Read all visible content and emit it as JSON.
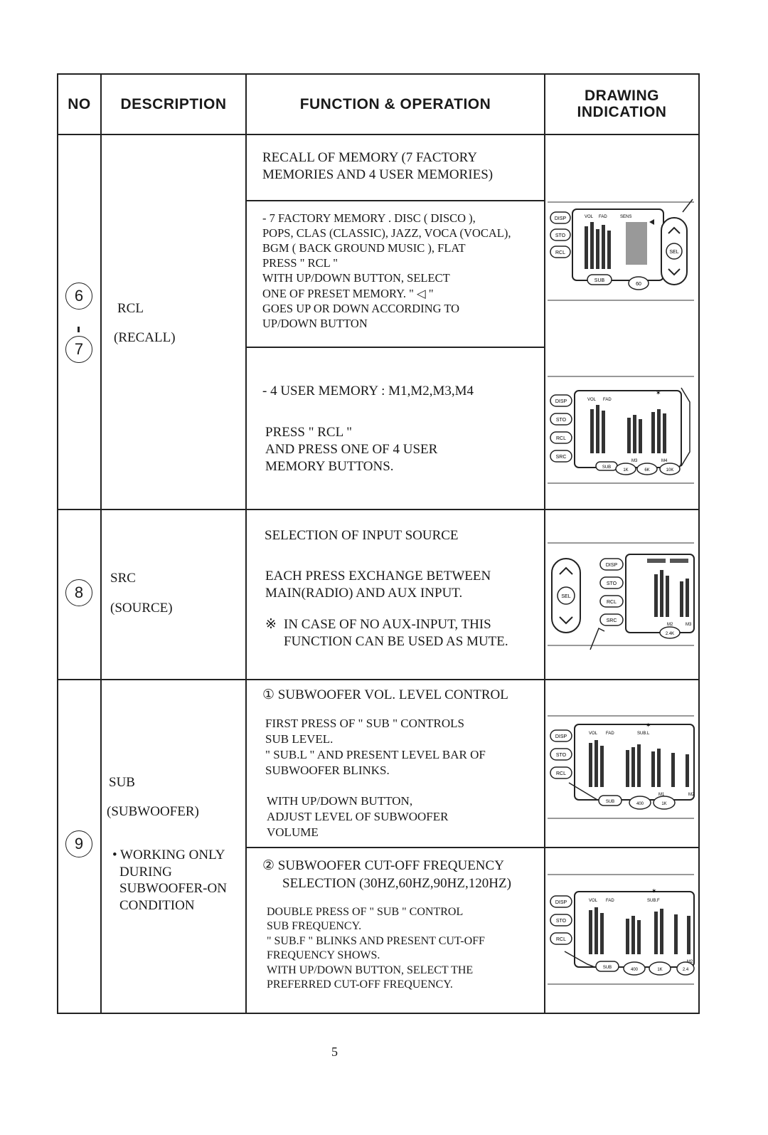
{
  "header": {
    "no": "NO",
    "description": "DESCRIPTION",
    "function_operation": "FUNCTION & OPERATION",
    "drawing_indication_line1": "DRAWING",
    "drawing_indication_line2": "INDICATION"
  },
  "rows": {
    "rcl": {
      "num1": "6",
      "num2": "7",
      "label": "RCL",
      "sublabel": "(RECALL)",
      "intro_line1": "RECALL OF MEMORY (7 FACTORY",
      "intro_line2": "MEMORIES AND 4 USER MEMORIES)",
      "factory_lines": [
        "- 7 FACTORY MEMORY . DISC ( DISCO ),",
        "POPS, CLAS (CLASSIC), JAZZ, VOCA (VOCAL),",
        "BGM ( BACK GROUND MUSIC ), FLAT",
        "PRESS \" RCL \"",
        "WITH UP/DOWN BUTTON, SELECT",
        "ONE OF PRESET MEMORY. \" ◁ \"",
        "GOES UP OR DOWN ACCORDING TO",
        "UP/DOWN BUTTON"
      ],
      "user_line": "- 4 USER MEMORY : M1,M2,M3,M4",
      "user_press_lines": [
        "PRESS \" RCL \"",
        "AND PRESS ONE OF 4 USER",
        "MEMORY BUTTONS."
      ]
    },
    "src": {
      "num": "8",
      "label": "SRC",
      "sublabel": "(SOURCE)",
      "title": "SELECTION OF INPUT SOURCE",
      "lines": [
        "EACH PRESS EXCHANGE BETWEEN",
        "MAIN(RADIO) AND AUX INPUT."
      ],
      "note_symbol": "※",
      "note_lines": [
        "IN CASE OF NO AUX-INPUT, THIS",
        "FUNCTION CAN BE USED AS MUTE."
      ]
    },
    "sub": {
      "num": "9",
      "label": "SUB",
      "sublabel": "(SUBWOOFER)",
      "note_lines": [
        "• WORKING ONLY",
        "DURING",
        "SUBWOOFER-ON",
        "CONDITION"
      ],
      "part1_title": "① SUBWOOFER VOL. LEVEL CONTROL",
      "part1_lines_a": [
        "FIRST PRESS OF \" SUB \" CONTROLS",
        "SUB LEVEL.",
        "\" SUB.L \" AND PRESENT LEVEL BAR OF",
        "SUBWOOFER BLINKS."
      ],
      "part1_lines_b": [
        "WITH UP/DOWN BUTTON,",
        "ADJUST LEVEL OF SUBWOOFER",
        "VOLUME"
      ],
      "part2_title_line1": "② SUBWOOFER CUT-OFF FREQUENCY",
      "part2_title_line2": "SELECTION (30Hz,60Hz,90Hz,120Hz)",
      "part2_lines": [
        "DOUBLE PRESS OF \" SUB \" CONTROL",
        "SUB FREQUENCY.",
        "\" SUB.F \" BLINKS AND PRESENT CUT-OFF",
        "FREQUENCY SHOWS.",
        "WITH UP/DOWN BUTTON, SELECT THE",
        "PREFERRED CUT-OFF FREQUENCY."
      ]
    }
  },
  "drawings": {
    "d1": {
      "buttons": [
        "DISP",
        "STO",
        "RCL"
      ],
      "bottom": [
        "SUB",
        "60"
      ],
      "side": [
        "SEL"
      ],
      "display": [
        "VOL",
        "FAD",
        "SENS"
      ]
    },
    "d2": {
      "buttons": [
        "DISP",
        "STO",
        "RCL",
        "SRC"
      ],
      "bottom": [
        "SUB",
        "1K",
        "6K",
        "10K"
      ],
      "display": [
        "VOL",
        "FAD",
        "M3",
        "M4"
      ]
    },
    "d3": {
      "buttons": [
        "DISP",
        "STO",
        "RCL",
        "SRC"
      ],
      "bottom": [
        "2.4K"
      ],
      "side": [
        "SEL"
      ],
      "display": [
        "M2",
        "M3"
      ]
    },
    "d4": {
      "buttons": [
        "DISP",
        "STO",
        "RCL"
      ],
      "bottom": [
        "SUB",
        "400",
        "1K"
      ],
      "display": [
        "VOL",
        "FAD",
        "SUB.L",
        "M1",
        "M2"
      ]
    },
    "d5": {
      "buttons": [
        "DISP",
        "STO",
        "RCL"
      ],
      "bottom": [
        "SUB",
        "400",
        "1K",
        "2.4"
      ],
      "display": [
        "VOL",
        "FAD",
        "SUB.F",
        "M2"
      ]
    }
  },
  "page_number": "5"
}
